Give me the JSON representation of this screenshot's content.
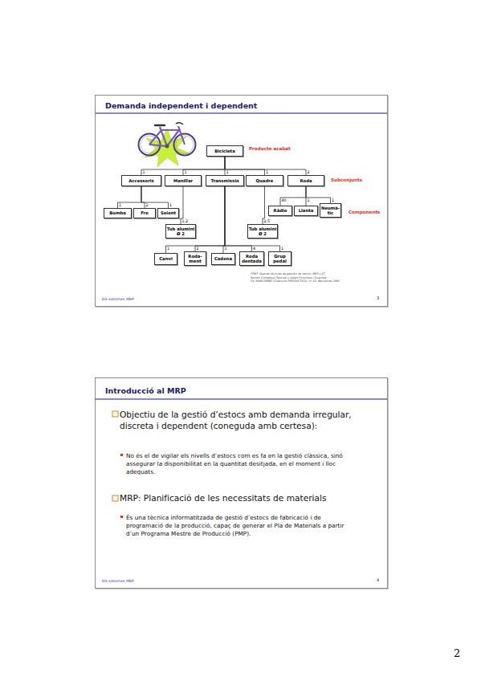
{
  "diagram": {
    "nodes": [
      {
        "text": [
          "Demanda independent i dependent",
          "Els sistemes MRP",
          "3"
        ]
      },
      {
        "text": [
          "Bicicleta"
        ],
        "in": 0
      },
      {
        "text": [
          "Accessoris"
        ],
        "in": 0
      },
      {
        "text": [
          "Manillar"
        ],
        "in": 0
      },
      {
        "text": [
          "Transmissió"
        ],
        "in": 0
      },
      {
        "text": [
          "Quadre"
        ],
        "in": 0
      },
      {
        "text": [
          "Roda"
        ],
        "in": 0
      },
      {
        "text": [
          "Bomba"
        ],
        "in": 0
      },
      {
        "text": [
          "Fre"
        ],
        "in": 0
      },
      {
        "text": [
          "Seient"
        ],
        "in": 0
      },
      {
        "text": [
          "Tub alumini Ø 2"
        ],
        "in": 0
      },
      {
        "text": [
          "Tub alumini Ø 2"
        ],
        "in": 0
      },
      {
        "text": [
          "Ràdio"
        ],
        "in": 0
      },
      {
        "text": [
          "Llanta"
        ],
        "in": 0
      },
      {
        "text": [
          "Neumà- tic"
        ],
        "in": 0
      },
      {
        "text": [
          "Canvi"
        ],
        "in": 0
      },
      {
        "text": [
          "Roda- ment"
        ],
        "in": 0
      },
      {
        "text": [
          "Cadena"
        ],
        "in": 0
      },
      {
        "text": [
          "Roda dentada"
        ],
        "in": 0
      },
      {
        "text": [
          "Grup pedal"
        ],
        "in": 0
      },
      {
        "text": [
          "Introducció al MRP",
          "Objectiu de la gestió d’estocs amb demanda irregular, discreta i dependent (coneguda amb certesa):",
          "No és el de vigilar els nivells d’estocs com es fa en la gestió clàssica, sinó assegurar la disponibilitat en la quantitat desitjada, en el moment i lloc adequats.",
          "MRP: Planificació de les necessitats de materials",
          "És una tècnica informatitzada de gestió d’estocs de fabricació i de programació de la producció, capaç de generar el Pla de Materials a partir d’un Programa Mestre de Producció (PMP).",
          "Els sistemes MRP",
          "4"
        ]
      }
    ],
    "edges": [
      {
        "from": 1,
        "to": 2,
        "label": "1",
        "arrow": "none"
      },
      {
        "from": 1,
        "to": 3,
        "label": "1",
        "arrow": "none"
      },
      {
        "from": 1,
        "to": 4,
        "label": "1",
        "arrow": "none"
      },
      {
        "from": 1,
        "to": 5,
        "label": "1",
        "arrow": "none"
      },
      {
        "from": 1,
        "to": 6,
        "label": "2",
        "arrow": "none"
      },
      {
        "from": 2,
        "to": 7,
        "label": "1",
        "arrow": "none"
      },
      {
        "from": 2,
        "to": 8,
        "label": "2",
        "arrow": "none"
      },
      {
        "from": 2,
        "to": 9,
        "label": "1",
        "arrow": "none"
      },
      {
        "from": 3,
        "to": 10,
        "label": "1,2",
        "arrow": "none"
      },
      {
        "from": 5,
        "to": 11,
        "label": "2,5",
        "arrow": "none"
      },
      {
        "from": 6,
        "to": 12,
        "label": "40",
        "arrow": "none"
      },
      {
        "from": 6,
        "to": 13,
        "label": "1",
        "arrow": "none"
      },
      {
        "from": 6,
        "to": 14,
        "label": "1",
        "arrow": "none"
      },
      {
        "from": 4,
        "to": 15,
        "label": "1",
        "arrow": "none"
      },
      {
        "from": 4,
        "to": 16,
        "label": "2",
        "arrow": "none"
      },
      {
        "from": 4,
        "to": 17,
        "label": "1",
        "arrow": "none"
      },
      {
        "from": 4,
        "to": 18,
        "label": "4",
        "arrow": "none"
      },
      {
        "from": 4,
        "to": 19,
        "label": "1",
        "arrow": "none"
      }
    ],
    "labels": [
      "Producte acabat",
      "Subconjunts",
      "Components",
      "FONT: Nuevas técnicas de gestión de stocks: MRP y JIT",
      "Ramón Companys Pascual y Albert Fonollosa i Guardiet",
      "Ed. MARCOMBO (Colección PRODUCTICA), nº 10, Barcelona 1989",
      "2"
    ]
  }
}
